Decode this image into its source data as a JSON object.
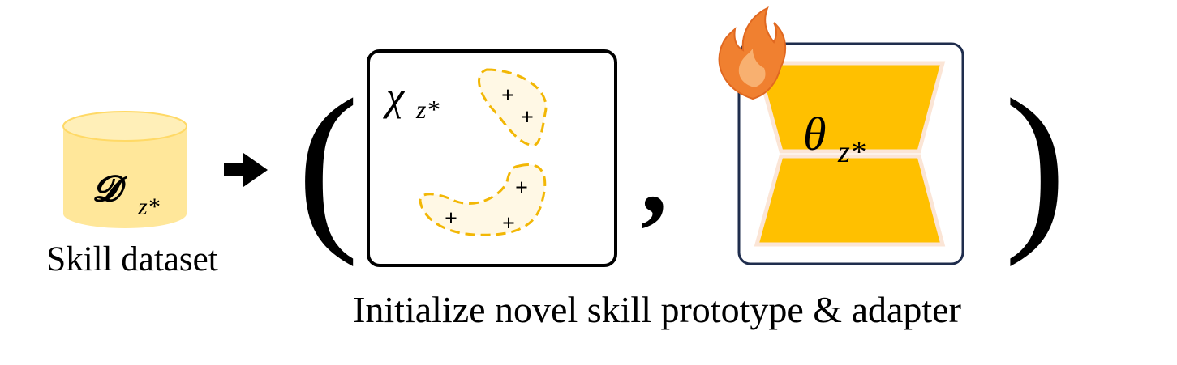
{
  "dataset": {
    "symbol": "𝓓",
    "subscript": "z*",
    "label": "Skill dataset",
    "fill_color": "#FFE79A",
    "edge_color": "#FFD966"
  },
  "prototype": {
    "symbol": "χ",
    "subscript": "z*",
    "region_fill": "#FFF8E5",
    "region_stroke": "#F2B705",
    "point_marker": "+"
  },
  "adapter": {
    "symbol": "θ",
    "subscript": "z*",
    "fill_color": "#FFC000",
    "border_color": "#1F2D4D",
    "trainable_icon": "flame-icon",
    "flame_color": "#F08030"
  },
  "punctuation": {
    "open_paren": "(",
    "comma": ",",
    "close_paren": ")"
  },
  "caption": "Initialize novel skill prototype & adapter"
}
